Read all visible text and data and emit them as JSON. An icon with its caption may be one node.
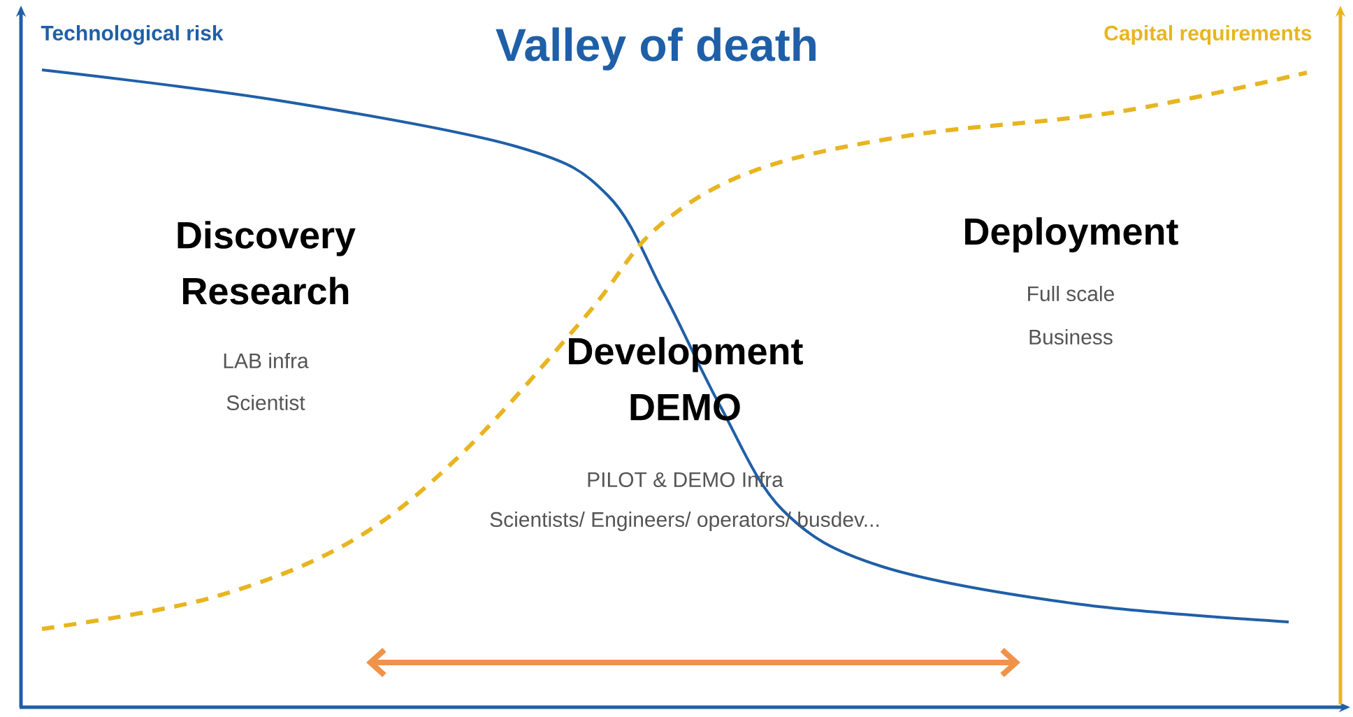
{
  "diagram": {
    "title": "Valley of death",
    "labels": [
      "Technological risk",
      "Capital requirements",
      "Discovery Research",
      "LAB infra",
      "Scientist",
      "Deployment",
      "Full scale",
      "Business",
      "Development DEMO",
      "PILOT & DEMO Infra",
      "Scientists/ Engineers/ operators/ busdev..."
    ]
  }
}
